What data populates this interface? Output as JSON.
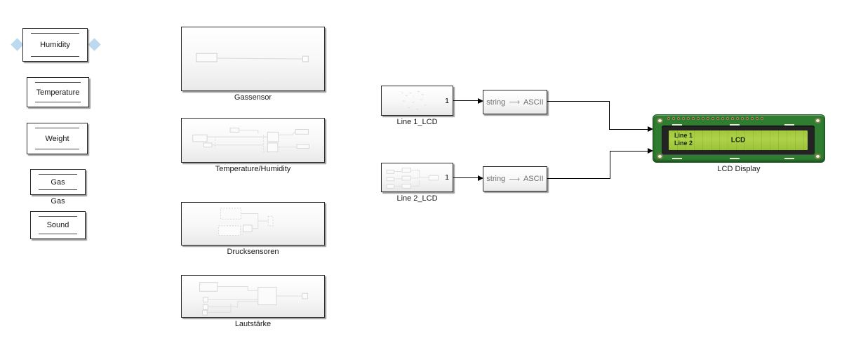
{
  "sensor_blocks": [
    {
      "label": "Humidity",
      "selected": true
    },
    {
      "label": "Temperature",
      "selected": false
    },
    {
      "label": "Weight",
      "selected": false
    },
    {
      "label": "Gas",
      "caption": "Gas",
      "selected": false
    },
    {
      "label": "Sound",
      "selected": false
    }
  ],
  "subsystems": [
    {
      "label": "Gassensor"
    },
    {
      "label": "Temperature/Humidity"
    },
    {
      "label": "Drucksensoren"
    },
    {
      "label": "Lautstärke"
    }
  ],
  "lcd_sources": [
    {
      "label": "Line 1_LCD",
      "port": "1"
    },
    {
      "label": "Line 2_LCD",
      "port": "1"
    }
  ],
  "converters": [
    {
      "left": "string",
      "arrow": "⟶",
      "right": "ASCII"
    },
    {
      "left": "string",
      "arrow": "⟶",
      "right": "ASCII"
    }
  ],
  "lcd_display": {
    "label": "LCD Display",
    "screen_line1": "Line 1",
    "screen_line2": "Line 2",
    "screen_center": "LCD",
    "pin_count": 20
  },
  "colors": {
    "pcb_green": "#2e7d31",
    "lcd_screen": "#a6cb41",
    "lcd_bezel": "#232323",
    "selection_handle": "#bcd9f0",
    "wire": "#000000",
    "converter_text": "#6e6e6e",
    "preview_stroke": "#d5d5d5"
  }
}
